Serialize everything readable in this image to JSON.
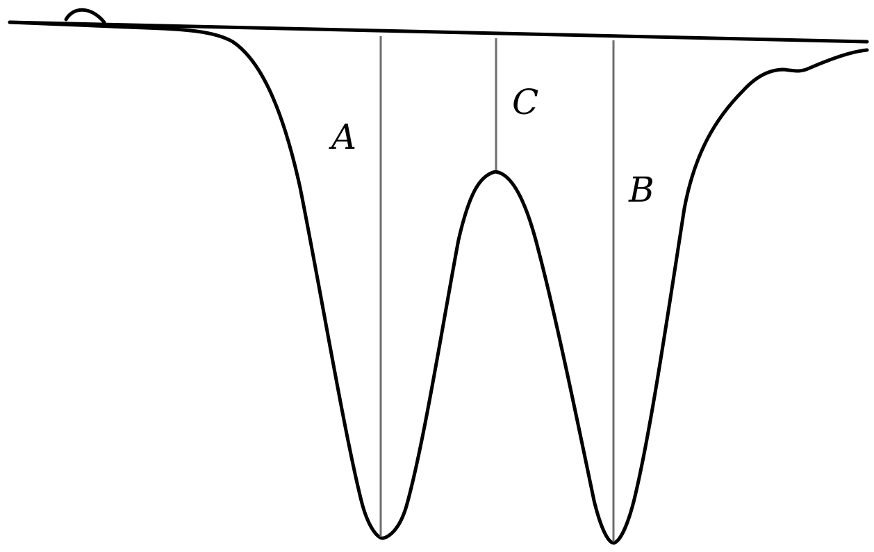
{
  "diagram": {
    "peaks": [
      {
        "id": "a",
        "label": "A"
      },
      {
        "id": "c",
        "label": "C"
      },
      {
        "id": "b",
        "label": "B"
      }
    ],
    "colors": {
      "curve": "#000000",
      "markers": "#6e6e6e",
      "background": "#ffffff"
    }
  }
}
